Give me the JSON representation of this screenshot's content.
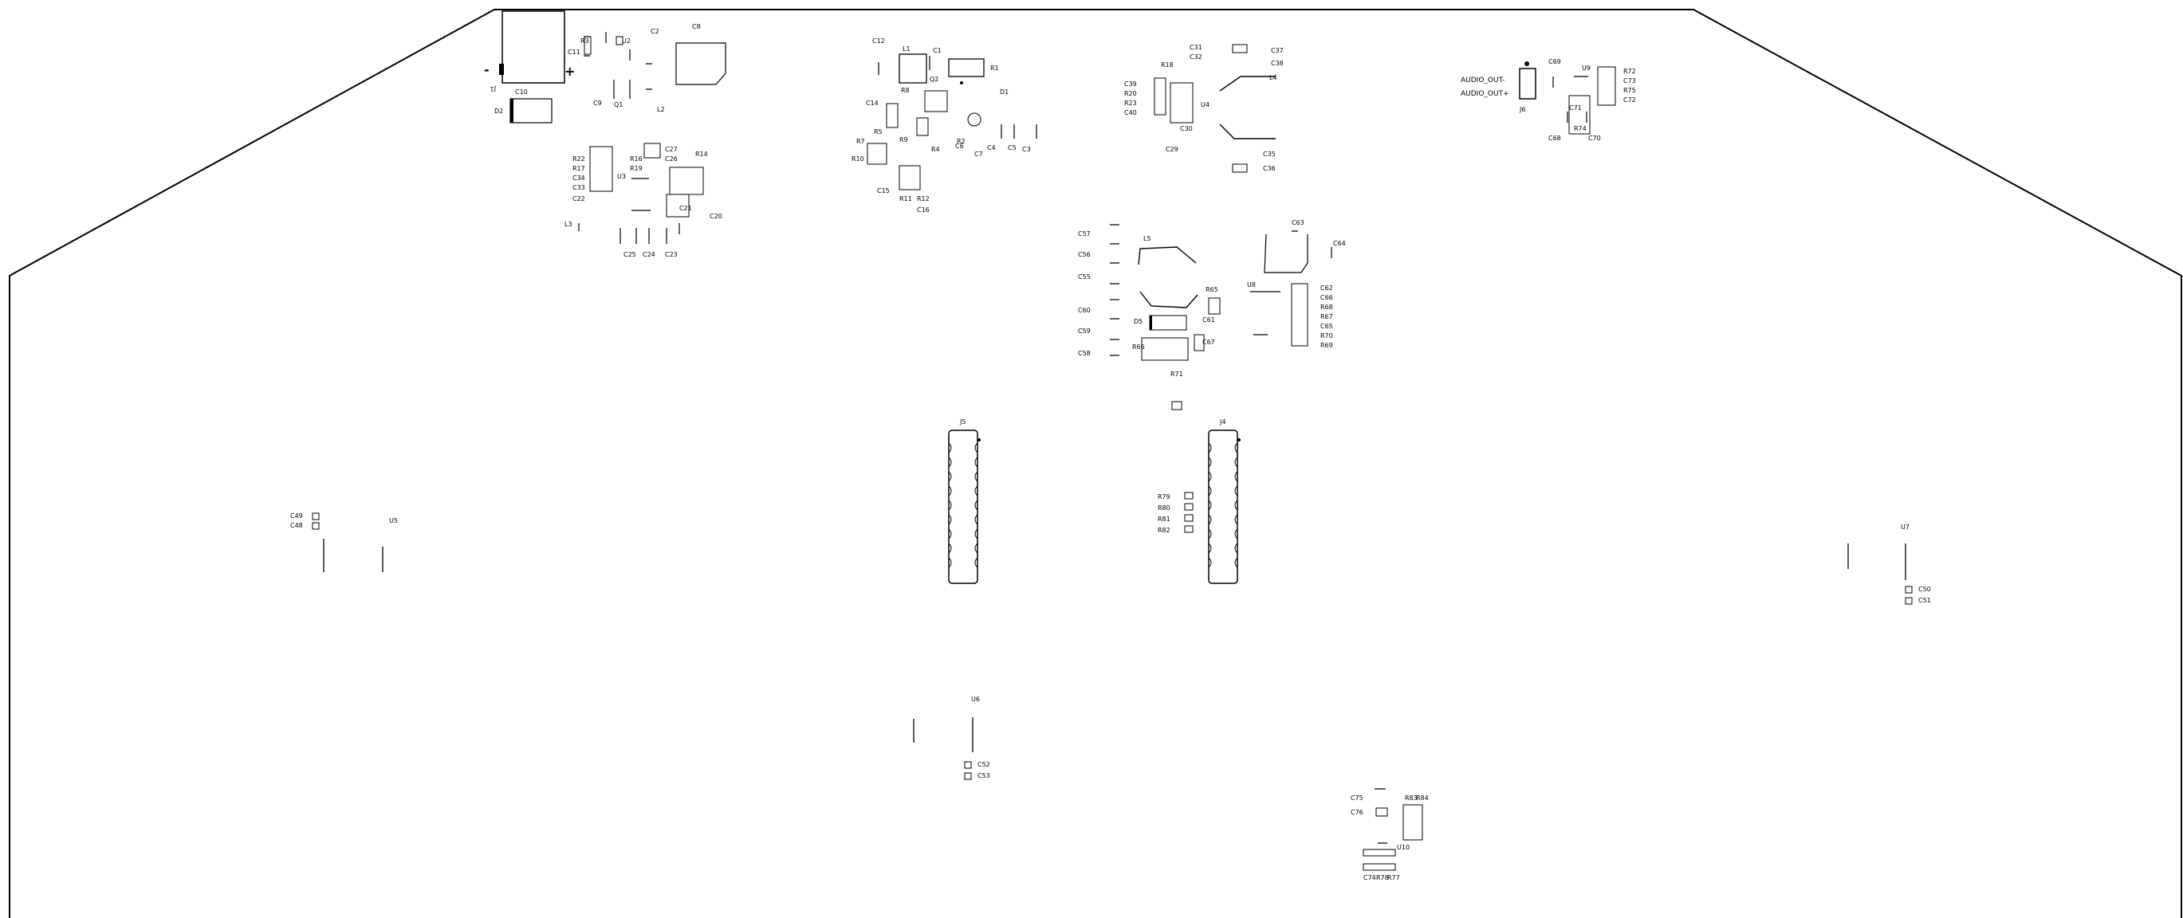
{
  "board": {
    "title": "",
    "outline_color": "#000000",
    "background": "#ffffff"
  },
  "silkscreen": {
    "power_jack": {
      "ref": "J1",
      "minus": "-",
      "plus": "+"
    },
    "audio_connector": {
      "ref": "J6",
      "pin1": "AUDIO_OUT-",
      "pin2": "AUDIO_OUT+"
    },
    "header_left": {
      "ref": "J5"
    },
    "header_right": {
      "ref": "J4"
    },
    "small_labels": [
      "C2",
      "U2",
      "R3",
      "C11",
      "C8",
      "D2",
      "C10",
      "Q1",
      "C9",
      "L2",
      "C12",
      "L1",
      "C1",
      "R1",
      "Q2",
      "D1",
      "R8",
      "C14",
      "R2",
      "R9",
      "C3",
      "C4",
      "C5",
      "R5",
      "R4",
      "C6",
      "C7",
      "R7",
      "R10",
      "C15",
      "R11",
      "R12",
      "C16",
      "C37",
      "C38",
      "R18",
      "C32",
      "C31",
      "L4",
      "C39",
      "R20",
      "R23",
      "C40",
      "U4",
      "C30",
      "C29",
      "C35",
      "C36",
      "U9",
      "R72",
      "C73",
      "R75",
      "C72",
      "C69",
      "C70",
      "C71",
      "C68",
      "R74",
      "R14",
      "C27",
      "C26",
      "R16",
      "R19",
      "R22",
      "R17",
      "C34",
      "C33",
      "C22",
      "U3",
      "C21",
      "C20",
      "L3",
      "C23",
      "C24",
      "C25",
      "C63",
      "C64",
      "L5",
      "C57",
      "C56",
      "C55",
      "U8",
      "C62",
      "C66",
      "R68",
      "R67",
      "C65",
      "R70",
      "R69",
      "R65",
      "C60",
      "C59",
      "C58",
      "C61",
      "D5",
      "C67",
      "R66",
      "R71",
      "R79",
      "R80",
      "R81",
      "R82",
      "U5",
      "C49",
      "C48",
      "U7",
      "C50",
      "C51",
      "U6",
      "C52",
      "C53",
      "C75",
      "C76",
      "R83",
      "R84",
      "U10",
      "R77",
      "R78",
      "C74"
    ]
  }
}
